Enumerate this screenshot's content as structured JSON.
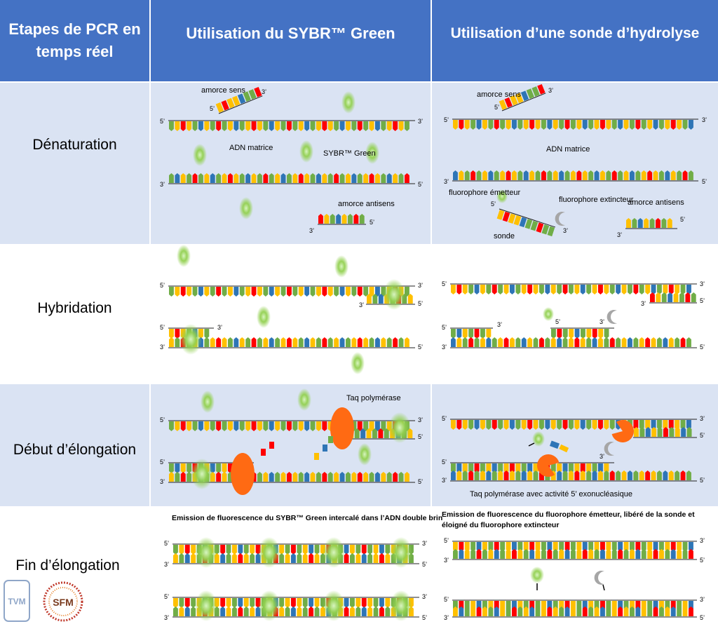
{
  "header": {
    "col1": "Etapes de PCR en temps réel",
    "col2": "Utilisation du SYBR™ Green",
    "col3": "Utilisation d’une sonde d’hydrolyse"
  },
  "stages": [
    "Dénaturation",
    "Hybridation",
    "Début d’élongation",
    "Fin d’élongation"
  ],
  "labels": {
    "amorce_sens": "amorce sens",
    "amorce_antisens": "amorce antisens",
    "adn_matrice": "ADN matrice",
    "sybr_green": "SYBR™ Green",
    "fluorophore_emetteur": "fluorophore émetteur",
    "fluorophore_extincteur": "fluorophore extincteur",
    "sonde": "sonde",
    "taq": "Taq polymérase",
    "taq_exo": "Taq polymérase avec activité 5’ exonucléasique",
    "emission_sybr": "Emission de fluorescence du SYBR™ Green intercalé dans l’ADN double brin",
    "emission_sonde_1": "Emission de fluorescence du fluorophore émetteur, libéré de la sonde et",
    "emission_sonde_2": "éloigné du fluorophore extincteur",
    "p5": "5’",
    "p3": "3’"
  },
  "logos": {
    "tvm": "TVM",
    "sfm": "SFM"
  },
  "colors": {
    "header_bg": "#4472c4",
    "band_bg": "#dae3f3",
    "base_yellow": "#ffc000",
    "base_green": "#70ad47",
    "base_red": "#ff0000",
    "base_blue": "#2e75b6",
    "fluorescence": "#92d050",
    "polymerase": "#ff6a13",
    "quencher": "#a6a6a6"
  }
}
